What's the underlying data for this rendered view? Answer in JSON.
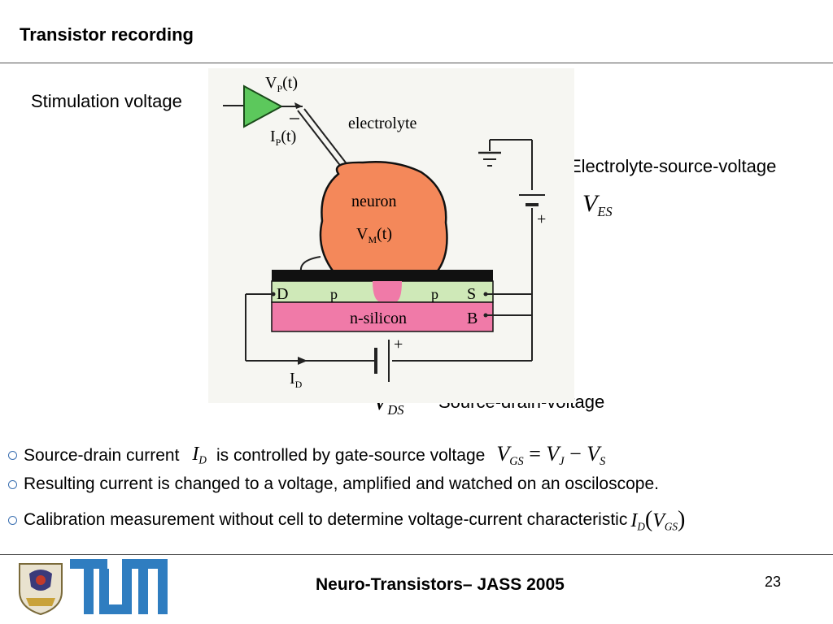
{
  "header": {
    "title": "Transistor recording"
  },
  "diagram": {
    "stimulation_label": "Stimulation voltage",
    "vp_label": "V",
    "vp_sub": "P",
    "vp_arg": "(t)",
    "ip_label": "I",
    "ip_sub": "P",
    "ip_arg": "(t)",
    "electrolyte_label": "electrolyte",
    "neuron_label": "neuron",
    "vm_label": "V",
    "vm_sub": "M",
    "vm_arg": "(t)",
    "drain_label": "D",
    "p_left_label": "p",
    "p_right_label": "p",
    "source_label": "S",
    "bulk_label": "B",
    "silicon_label": "n-silicon",
    "id_label": "I",
    "id_sub": "D",
    "plus_top": "+",
    "plus_bottom": "+",
    "ves_caption": "Electrolyte-source-voltage",
    "ves_symbol": "V",
    "ves_sub": "ES",
    "vds_symbol": "V",
    "vds_sub": "DS",
    "vds_caption": "Source-drain-voltage"
  },
  "bullets": [
    {
      "text_before": "Source-drain current",
      "math1_v": "I",
      "math1_sub": "D",
      "text_after": "is controlled by gate-source voltage",
      "eq_vgs": "V",
      "eq_vgs_sub": "GS",
      "eq_op1": " = ",
      "eq_vj": "V",
      "eq_vj_sub": "J",
      "eq_op2": " − ",
      "eq_vs": "V",
      "eq_vs_sub": "S"
    },
    {
      "text": "Resulting current is changed to a voltage, amplified and watched on an osciloscope."
    },
    {
      "text": "Calibration measurement without cell to determine voltage-current characteristic",
      "math_i": "I",
      "math_i_sub": "D",
      "math_open": "(",
      "math_v": "V",
      "math_v_sub": "GS",
      "math_close": ")"
    }
  ],
  "footer": {
    "title": "Neuro-Transistors– JASS 2005",
    "page_number": "23",
    "logo_text": "TUM"
  },
  "colors": {
    "amplifier": "#5cc85c",
    "neuron": "#f4885a",
    "p_region": "#cfe9b8",
    "n_silicon": "#f07aa8",
    "gate_bar": "#111111",
    "bullet": "#3a6fb0",
    "tum_blue": "#2f7dc0"
  }
}
